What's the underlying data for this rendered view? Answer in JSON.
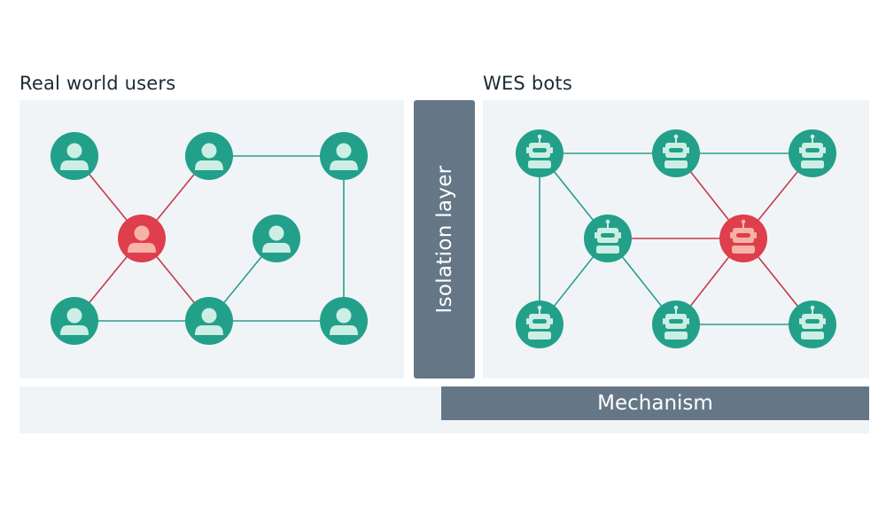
{
  "left_title": "Real world users",
  "right_title": "WES bots",
  "isolation_label": "Isolation layer",
  "mechanism_label": "Mechanism",
  "colors": {
    "node": "#22a08a",
    "node_bad": "#df3e4c",
    "edge_good": "#2a9d8f",
    "edge_bad": "#c7394b",
    "panel": "#f1f4f7",
    "bar": "#657786"
  },
  "users_graph": {
    "nodes": [
      {
        "id": "u1",
        "kind": "user",
        "status": "normal"
      },
      {
        "id": "u2",
        "kind": "user",
        "status": "normal"
      },
      {
        "id": "u3",
        "kind": "user",
        "status": "normal"
      },
      {
        "id": "u4",
        "kind": "user",
        "status": "bad"
      },
      {
        "id": "u5",
        "kind": "user",
        "status": "normal"
      },
      {
        "id": "u6",
        "kind": "user",
        "status": "normal"
      },
      {
        "id": "u7",
        "kind": "user",
        "status": "normal"
      },
      {
        "id": "u8",
        "kind": "user",
        "status": "normal"
      }
    ],
    "edges": [
      {
        "from": "u1",
        "to": "u4",
        "status": "bad"
      },
      {
        "from": "u2",
        "to": "u4",
        "status": "bad"
      },
      {
        "from": "u4",
        "to": "u6",
        "status": "bad"
      },
      {
        "from": "u4",
        "to": "u7",
        "status": "bad"
      },
      {
        "from": "u2",
        "to": "u3",
        "status": "normal"
      },
      {
        "from": "u3",
        "to": "u8",
        "status": "normal"
      },
      {
        "from": "u6",
        "to": "u7",
        "status": "normal"
      },
      {
        "from": "u7",
        "to": "u8",
        "status": "normal"
      },
      {
        "from": "u5",
        "to": "u7",
        "status": "normal"
      }
    ]
  },
  "bots_graph": {
    "nodes": [
      {
        "id": "b1",
        "kind": "bot",
        "status": "normal"
      },
      {
        "id": "b2",
        "kind": "bot",
        "status": "normal"
      },
      {
        "id": "b3",
        "kind": "bot",
        "status": "normal"
      },
      {
        "id": "b4",
        "kind": "bot",
        "status": "normal"
      },
      {
        "id": "b5",
        "kind": "bot",
        "status": "bad"
      },
      {
        "id": "b6",
        "kind": "bot",
        "status": "normal"
      },
      {
        "id": "b7",
        "kind": "bot",
        "status": "normal"
      },
      {
        "id": "b8",
        "kind": "bot",
        "status": "normal"
      }
    ],
    "edges": [
      {
        "from": "b1",
        "to": "b2",
        "status": "normal"
      },
      {
        "from": "b2",
        "to": "b3",
        "status": "normal"
      },
      {
        "from": "b1",
        "to": "b6",
        "status": "normal"
      },
      {
        "from": "b1",
        "to": "b4",
        "status": "normal"
      },
      {
        "from": "b4",
        "to": "b6",
        "status": "normal"
      },
      {
        "from": "b4",
        "to": "b7",
        "status": "normal"
      },
      {
        "from": "b7",
        "to": "b8",
        "status": "normal"
      },
      {
        "from": "b4",
        "to": "b5",
        "status": "bad"
      },
      {
        "from": "b2",
        "to": "b5",
        "status": "bad"
      },
      {
        "from": "b3",
        "to": "b5",
        "status": "bad"
      },
      {
        "from": "b5",
        "to": "b7",
        "status": "bad"
      },
      {
        "from": "b5",
        "to": "b8",
        "status": "bad"
      }
    ]
  }
}
